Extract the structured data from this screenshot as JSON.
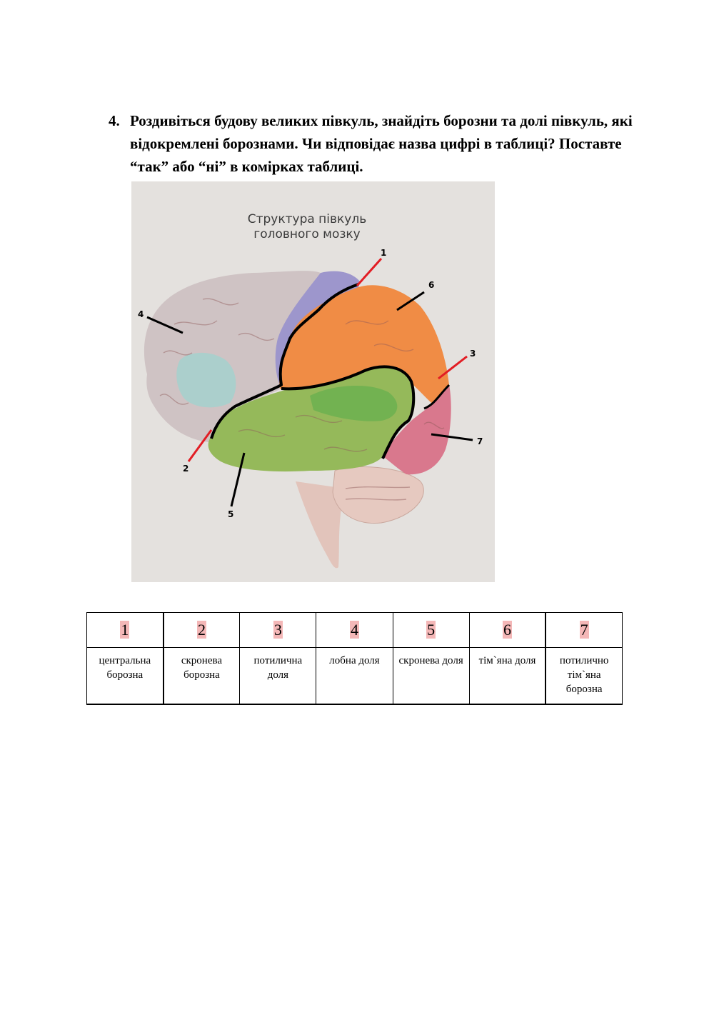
{
  "task": {
    "number": "4.",
    "text": "Роздивіться будову великих півкуль, знайдіть борозни та долі півкуль, які відокремлені борознами. Чи відповідає назва цифрі в таблиці? Поставте “так” або “ні” в комірках таблиці."
  },
  "figure": {
    "title_line1": "Структура півкуль",
    "title_line2": "головного мозку",
    "labels": [
      "1",
      "2",
      "3",
      "4",
      "5",
      "6",
      "7"
    ],
    "colors": {
      "frontal": "#cfc3c4",
      "frontal_patch": "#9fd3cf",
      "motor_strip": "#9d96cc",
      "parietal": "#f08c45",
      "temporal": "#95b95a",
      "temporal_overlap": "#69b04f",
      "occipital": "#d9788d",
      "cerebellum": "#e6c9c0",
      "sulcus_line": "#000000",
      "pointer_red": "#e21d24",
      "background": "#e4e1de"
    }
  },
  "table": {
    "numbers": [
      "1",
      "2",
      "3",
      "4",
      "5",
      "6",
      "7"
    ],
    "names": [
      "центральна борозна",
      "скронева борозна",
      "потилична доля",
      "лобна доля",
      "скронева доля",
      "тім`яна доля",
      "потилично тім`яна борозна"
    ],
    "highlight_color": "#f4b7b7"
  }
}
